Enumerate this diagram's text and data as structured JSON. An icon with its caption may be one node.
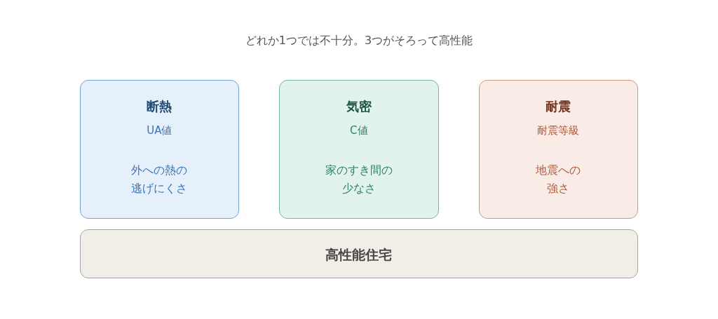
{
  "diagram": {
    "title": "どれか1つでは不十分。3つがそろって高性能",
    "nodes": [
      {
        "text": [
          "断熱",
          "UA値",
          "外への熱の逃げにくさ"
        ]
      },
      {
        "text": [
          "気密",
          "C値",
          "家のすき間の少なさ"
        ]
      },
      {
        "text": [
          "耐震",
          "耐震等級",
          "地震への強さ"
        ]
      },
      {
        "text": [
          "高性能住宅"
        ]
      }
    ]
  }
}
